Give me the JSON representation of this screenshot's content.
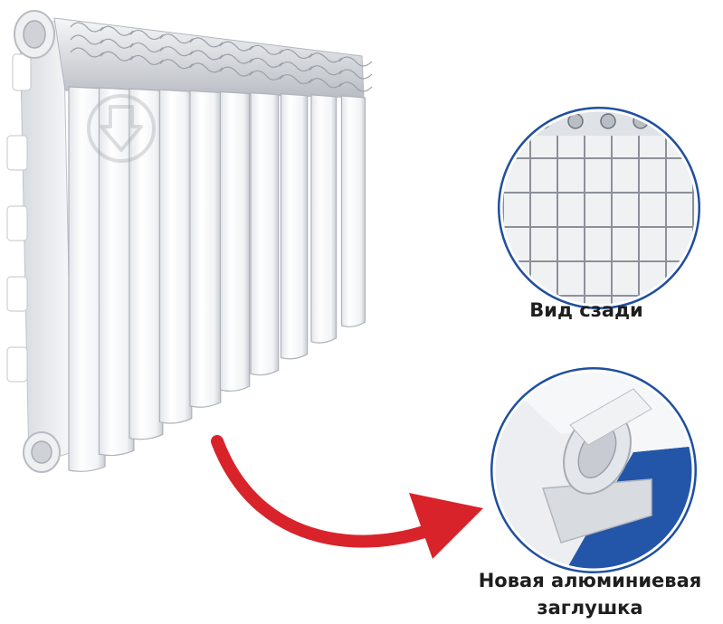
{
  "annotations": {
    "back_view_label": "Вид сзади",
    "plug_label_line1": "Новая алюминиевая",
    "plug_label_line2": "заглушка"
  },
  "colors": {
    "radiator_body": "#f4f5f7",
    "radiator_shadow": "#c8cbd0",
    "circle_ring": "#1f4fa0",
    "detail_blue": "#2356a8",
    "arrow_red": "#d9232a",
    "caption_text": "#1e1e1e"
  },
  "radiator": {
    "section_count": 10
  }
}
